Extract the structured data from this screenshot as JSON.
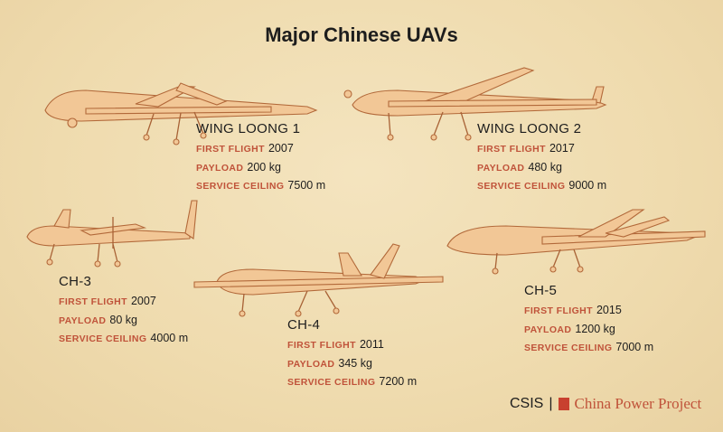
{
  "title": "Major Chinese UAVs",
  "labels": {
    "first_flight": "FIRST FLIGHT",
    "payload": "PAYLOAD",
    "ceiling": "SERVICE CEILING"
  },
  "uavs": [
    {
      "name": "WING LOONG 1",
      "first_flight": "2007",
      "payload": "200 kg",
      "ceiling": "7500 m"
    },
    {
      "name": "WING LOONG 2",
      "first_flight": "2017",
      "payload": "480 kg",
      "ceiling": "9000 m"
    },
    {
      "name": "CH-3",
      "first_flight": "2007",
      "payload": "80 kg",
      "ceiling": "4000 m"
    },
    {
      "name": "CH-4",
      "first_flight": "2011",
      "payload": "345 kg",
      "ceiling": "7200 m"
    },
    {
      "name": "CH-5",
      "first_flight": "2015",
      "payload": "1200 kg",
      "ceiling": "7000 m"
    }
  ],
  "footer": {
    "csis": "CSIS",
    "separator": "|",
    "project": "China Power Project"
  },
  "colors": {
    "background": "#f0deb3",
    "label": "#c0533a",
    "drone_fill": "#f2c796"
  }
}
